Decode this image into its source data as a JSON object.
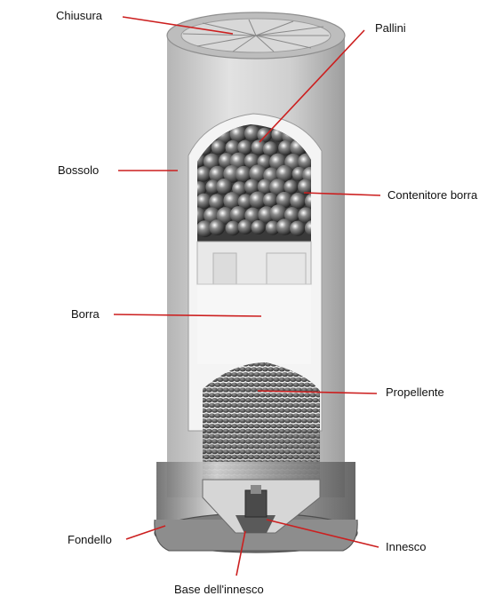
{
  "labels": {
    "chiusura": "Chiusura",
    "pallini": "Pallini",
    "bossolo": "Bossolo",
    "contenitore_borra": "Contenitore borra",
    "borra": "Borra",
    "propellente": "Propellente",
    "fondello": "Fondello",
    "innesco": "Innesco",
    "base_innesco": "Base dell'innesco"
  },
  "colors": {
    "leader_line": "#cc1f1f",
    "casing": "#c9c9c9",
    "interior": "#f2f2f2"
  }
}
